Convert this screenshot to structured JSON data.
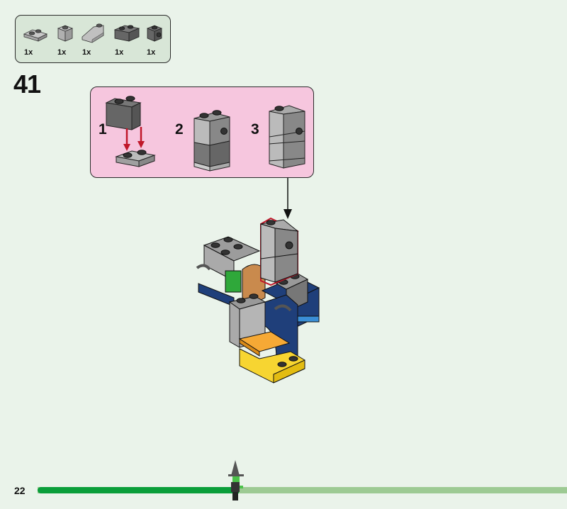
{
  "parts_list": {
    "items": [
      {
        "name": "plate-1x2",
        "qty": "1x",
        "color": "#b4b4b4"
      },
      {
        "name": "brick-1x1",
        "qty": "1x",
        "color": "#b4b4b4"
      },
      {
        "name": "slope-1x2",
        "qty": "1x",
        "color": "#b4b4b4"
      },
      {
        "name": "brick-1x2",
        "qty": "1x",
        "color": "#6d6d6d"
      },
      {
        "name": "brick-1x1-stud-side",
        "qty": "1x",
        "color": "#6d6d6d"
      }
    ]
  },
  "step": {
    "number": "41"
  },
  "substeps": [
    {
      "label": "1"
    },
    {
      "label": "2"
    },
    {
      "label": "3"
    }
  ],
  "footer": {
    "page_number": "22",
    "progress": 0.38
  },
  "colors": {
    "background": "#eaf3ea",
    "callout": "#f6c6de",
    "parts_box": "#d8e6d7",
    "progress_fill": "#0a9e3a",
    "progress_track": "#9dca93",
    "arrow_red": "#c0172a",
    "highlight_red": "#c0172a"
  }
}
